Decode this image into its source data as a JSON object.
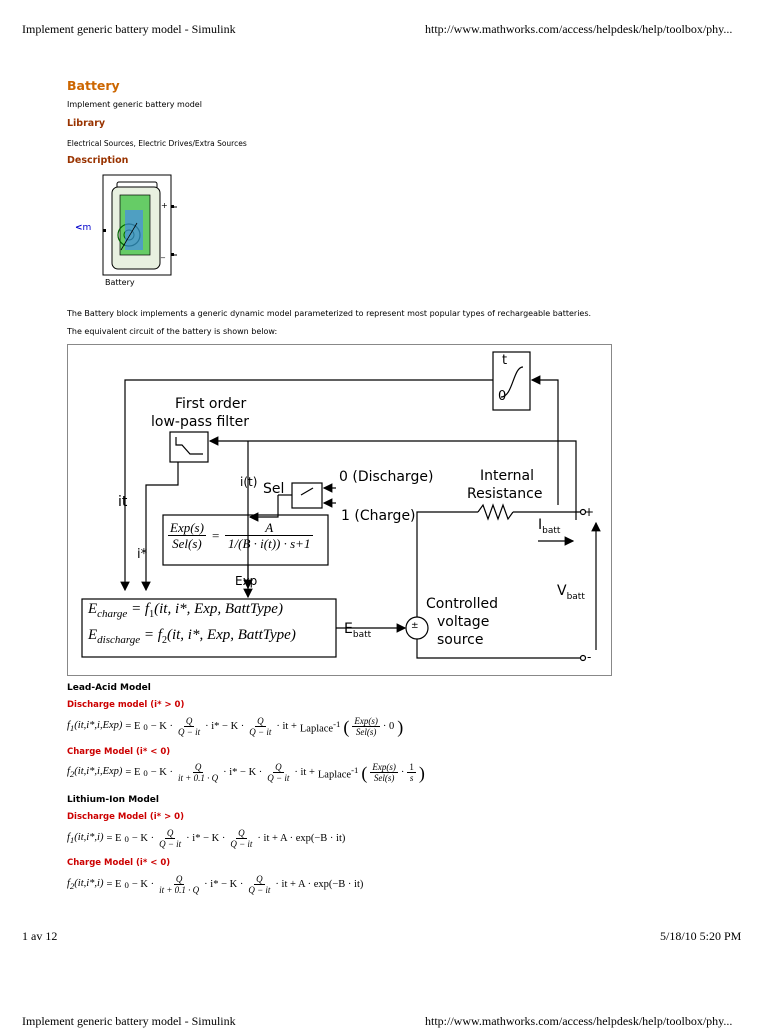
{
  "header": {
    "page_title": "Implement generic battery model - Simulink",
    "url": "http://www.mathworks.com/access/helpdesk/help/toolbox/phy..."
  },
  "doc": {
    "title": "Battery",
    "subtitle": "Implement generic battery model",
    "library_heading": "Library",
    "library_text": "Electrical Sources, Electric Drives/Extra Sources",
    "description_heading": "Description",
    "block": {
      "port_m": "m",
      "plus": "+",
      "minus": "_",
      "label": "Battery"
    },
    "para1": "The Battery block implements a generic dynamic model parameterized to represent most popular types of rechargeable batteries.",
    "para2": "The equivalent circuit of the battery is shown below:"
  },
  "circuit": {
    "filter_label_1": "First order",
    "filter_label_2": "low-pass filter",
    "integrator_upper": "t",
    "integrator_lower": "0",
    "it": "it",
    "i_t": "i(t)",
    "i_star": "i*",
    "sel": "Sel",
    "discharge": "0 (Discharge)",
    "charge": "1 (Charge)",
    "internal_1": "Internal",
    "internal_2": "Resistance",
    "i_batt": "I",
    "i_batt_sub": "batt",
    "tf_num_left": "Exp(s)",
    "tf_den_left": "Sel(s)",
    "tf_num_right": "A",
    "tf_den_right": "1/(B · i(t)) · s+1",
    "exp": "Exp",
    "e_charge": "E",
    "e_charge_sub": "charge",
    "e_charge_rhs": "= f",
    "e_charge_args": "(it, i*, Exp, BattType)",
    "e_discharge": "E",
    "e_discharge_sub": "discharge",
    "e_discharge_rhs": "= f",
    "e_discharge_args": "(it, i*, Exp, BattType)",
    "e_batt": "E",
    "e_batt_sub": "batt",
    "cvs_1": "Controlled",
    "cvs_2": "voltage",
    "cvs_3": "source",
    "v_batt": "V",
    "v_batt_sub": "batt",
    "plus": "+",
    "minus": "-"
  },
  "models": {
    "lead_acid_heading": "Lead-Acid Model",
    "la_discharge_heading": "Discharge model (i* > 0)",
    "la_charge_heading": "Charge Model (i* < 0)",
    "lithium_heading": "Lithium-Ion Model",
    "li_discharge_heading": "Discharge Model (i* > 0)",
    "li_charge_heading": "Charge Model (i* < 0)",
    "eq": {
      "f1": "f",
      "f2": "f",
      "args_la": "(it,i*,i,Exp)",
      "args_li": "(it,i*,i)",
      "e0": "= E",
      "minusK": "− K ·",
      "Q": "Q",
      "q_minus_it": "Q − it",
      "it_plus": "it + 0.1 · Q",
      "times_istar": "· i* − K ·",
      "times_it_plus": "· it +",
      "laplace": "Laplace",
      "exp_s": "Exp(s)",
      "sel_s": "Sel(s)",
      "zero": "· 0",
      "one": "1",
      "s": "s",
      "li_tail": "· it + A · exp(−B · it)"
    }
  },
  "footer": {
    "page_count": "1 av 12",
    "timestamp": "5/18/10 5:20 PM"
  },
  "next_header": {
    "page_title": "Implement generic battery model - Simulink",
    "url": "http://www.mathworks.com/access/helpdesk/help/toolbox/phy..."
  }
}
